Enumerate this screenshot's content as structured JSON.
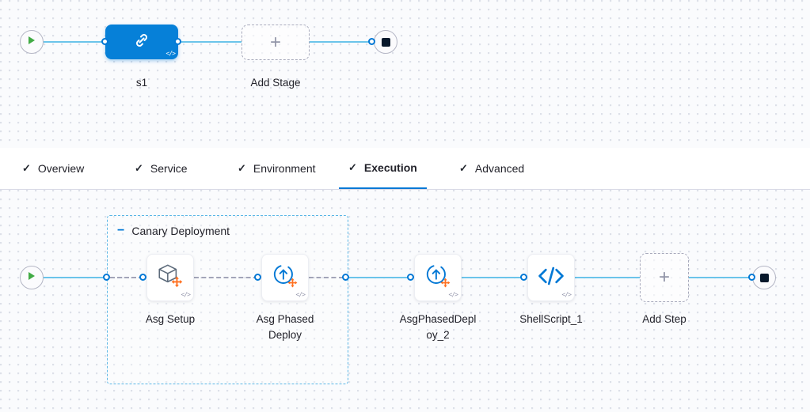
{
  "icons": {
    "check": "✓",
    "plus": "+",
    "minus": "−",
    "code_badge": "</>"
  },
  "tabs": [
    {
      "label": "Overview",
      "checked": true,
      "active": false
    },
    {
      "label": "Service",
      "checked": true,
      "active": false
    },
    {
      "label": "Environment",
      "checked": true,
      "active": false
    },
    {
      "label": "Execution",
      "checked": true,
      "active": true
    },
    {
      "label": "Advanced",
      "checked": true,
      "active": false
    }
  ],
  "top_pipeline": {
    "stage_label": "s1",
    "add_stage_label": "Add Stage"
  },
  "execution": {
    "group_label": "Canary Deployment",
    "steps": [
      {
        "label": "Asg Setup",
        "icon": "asg-setup-icon"
      },
      {
        "label": "Asg Phased Deploy",
        "icon": "phased-deploy-icon"
      },
      {
        "label": "AsgPhasedDeploy_2",
        "icon": "phased-deploy-icon"
      },
      {
        "label": "ShellScript_1",
        "icon": "shell-script-icon"
      }
    ],
    "add_step_label": "Add Step"
  },
  "colors": {
    "accent_blue": "#0278d5",
    "stage_blue": "#0680d8",
    "line_blue": "#6bc4ea",
    "play_green": "#42ab45",
    "stop_dark": "#07182b",
    "arrows_orange": "#ff7020",
    "canvas_bg": "#fafbfd"
  }
}
